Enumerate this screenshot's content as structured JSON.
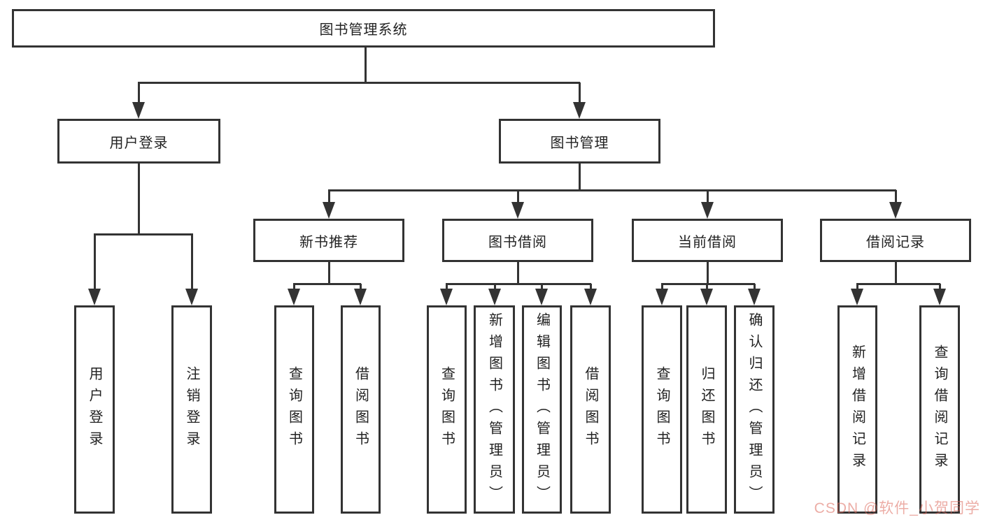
{
  "diagram": {
    "root": {
      "label": "图书管理系统"
    },
    "branches": [
      {
        "label": "用户登录",
        "children": [
          {
            "label": "用户登录"
          },
          {
            "label": "注销登录"
          }
        ]
      },
      {
        "label": "图书管理",
        "groups": [
          {
            "label": "新书推荐",
            "children": [
              {
                "label": "查询图书"
              },
              {
                "label": "借阅图书"
              }
            ]
          },
          {
            "label": "图书借阅",
            "children": [
              {
                "label": "查询图书"
              },
              {
                "label": "新增图书（管理员）"
              },
              {
                "label": "编辑图书（管理员）"
              },
              {
                "label": "借阅图书"
              }
            ]
          },
          {
            "label": "当前借阅",
            "children": [
              {
                "label": "查询图书"
              },
              {
                "label": "归还图书"
              },
              {
                "label": "确认归还（管理员）"
              }
            ]
          },
          {
            "label": "借阅记录",
            "children": [
              {
                "label": "新增借阅记录"
              },
              {
                "label": "查询借阅记录"
              }
            ]
          }
        ]
      }
    ]
  },
  "watermark": {
    "text": "CSDN @软件_小贺同学",
    "color": "#dd695d"
  },
  "colors": {
    "line": "#333333",
    "text": "#222222",
    "background": "#ffffff"
  }
}
